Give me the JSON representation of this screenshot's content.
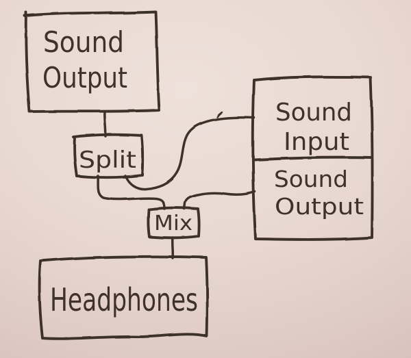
{
  "meta": {
    "description": "Hand-drawn audio routing diagram, black ink on pinkish paper"
  },
  "colors": {
    "paper": "#e7d6cf",
    "ink": "#3e322b"
  },
  "nodes": [
    {
      "id": "sound-output",
      "lines": [
        "Sound",
        "Output"
      ]
    },
    {
      "id": "split",
      "lines": [
        "Split"
      ]
    },
    {
      "id": "io-device-input",
      "lines": [
        "Sound",
        "Input"
      ]
    },
    {
      "id": "io-device-output",
      "lines": [
        "Sound",
        "Output"
      ]
    },
    {
      "id": "mix",
      "lines": [
        "Mix"
      ]
    },
    {
      "id": "headphones",
      "lines": [
        "Headphones"
      ]
    }
  ],
  "edges": [
    {
      "from": "sound-output",
      "to": "split"
    },
    {
      "from": "split",
      "to": "mix"
    },
    {
      "from": "split",
      "to": "io-device-input"
    },
    {
      "from": "io-device-output",
      "to": "mix"
    },
    {
      "from": "mix",
      "to": "headphones"
    }
  ]
}
